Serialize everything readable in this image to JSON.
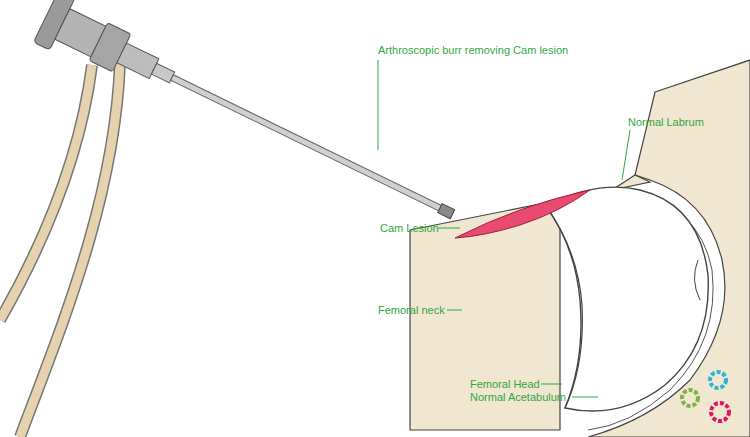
{
  "diagram": {
    "labels": [
      "Arthroscopic burr removing Cam lesion",
      "Normal Labrum",
      "Cam Lesion",
      "Femoral neck",
      "Femoral Head",
      "Normal Acetabulum"
    ]
  }
}
